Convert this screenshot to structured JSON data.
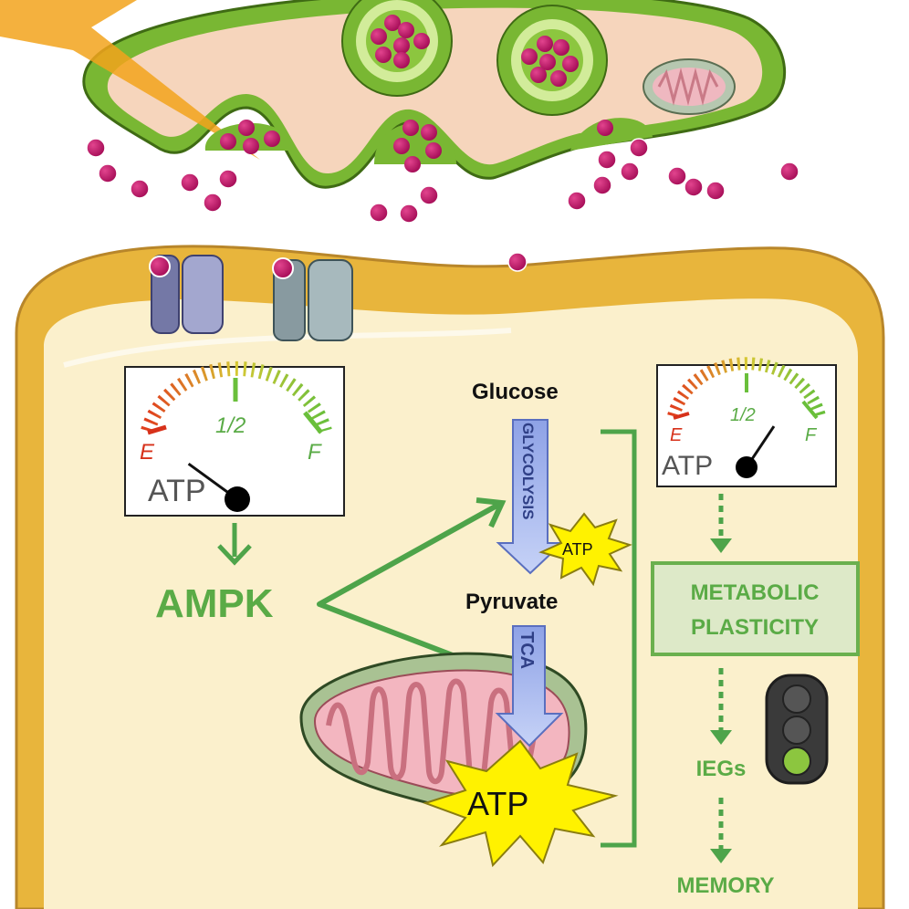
{
  "labels": {
    "glucose": "Glucose",
    "glycolysis": "GLYCOLYSIS",
    "pyruvate": "Pyruvate",
    "tca": "TCA",
    "ampk": "AMPK",
    "atp_small": "ATP",
    "atp_large": "ATP",
    "metabolic": "METABOLIC",
    "plasticity": "PLASTICITY",
    "iegs": "IEGs",
    "memory": "MEMORY"
  },
  "gauges": [
    {
      "empty_label": "E",
      "half_label": "1/2",
      "full_label": "F",
      "caption": "ATP",
      "level": 0.1
    },
    {
      "empty_label": "E",
      "half_label": "1/2",
      "full_label": "F",
      "caption": "ATP",
      "level": 0.75
    }
  ],
  "traffic_light": {
    "active": "green"
  },
  "colors": {
    "green_text": "#5aab46",
    "arrow_green": "#4ea44a",
    "cell_fill": "#fbf0cc",
    "membrane": "#e8b53c",
    "terminal_fill": "#f6d5bc",
    "terminal_rim": "#79b733",
    "vesicle": "#b2115e",
    "spike": "#fff200"
  }
}
